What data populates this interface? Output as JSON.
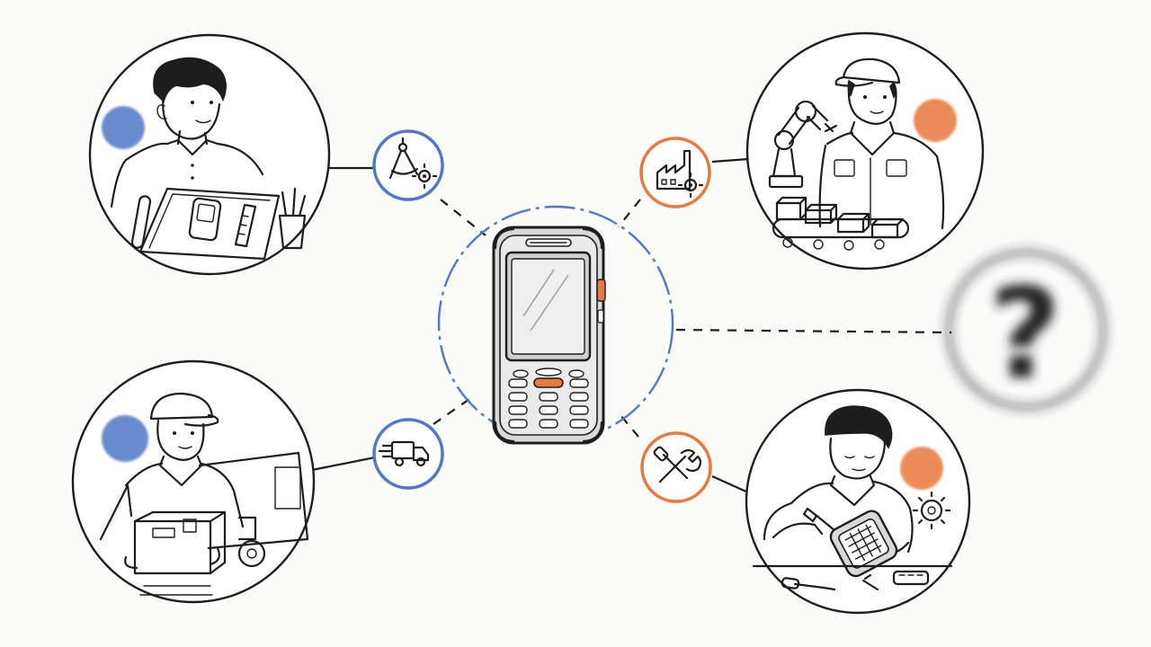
{
  "colors": {
    "blue_accent": "#4f78c8",
    "orange_accent": "#e8793a",
    "ink": "#1d1d1d",
    "background": "#fbfbfa",
    "device_body": "#d9d9d9",
    "screen": "#e9e9e9"
  },
  "hub": {
    "icon": "rugged-handheld-device-icon",
    "ring_color": "blue_accent"
  },
  "scenes": [
    {
      "id": "design",
      "icon": "drafting-compass-gear-icon",
      "accent": "blue_accent",
      "illustration": "engineer-at-drafting-table"
    },
    {
      "id": "manufacturing",
      "icon": "factory-gear-icon",
      "accent": "orange_accent",
      "illustration": "worker-robot-arm-conveyor"
    },
    {
      "id": "logistics",
      "icon": "delivery-truck-icon",
      "accent": "blue_accent",
      "illustration": "courier-with-box-and-truck"
    },
    {
      "id": "repair",
      "icon": "wrench-screwdriver-icon",
      "accent": "orange_accent",
      "illustration": "technician-repairing-device"
    }
  ],
  "unknown": {
    "icon": "question-mark-icon",
    "glyph": "?"
  }
}
